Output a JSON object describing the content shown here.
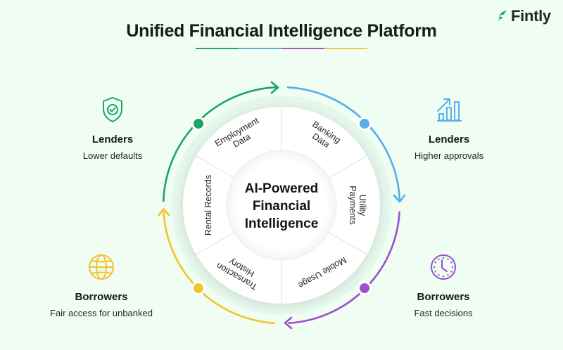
{
  "brand": {
    "name": "Fintly",
    "icon": "fintly-leaf-logo",
    "color": "#1fb463"
  },
  "title": "Unified Financial Intelligence Platform",
  "title_underline_colors": [
    "#23a86b",
    "#5fb4ea",
    "#a85ac7",
    "#f5c93a"
  ],
  "center": {
    "line1": "AI-Powered",
    "line2": "Financial",
    "line3": "Intelligence"
  },
  "segments": [
    {
      "line1": "Banking",
      "line2": "Data"
    },
    {
      "line1": "Utility",
      "line2": "Payments"
    },
    {
      "line1": "Mobile Usage",
      "line2": ""
    },
    {
      "line1": "Transaction",
      "line2": "History"
    },
    {
      "line1": "Rental Records",
      "line2": ""
    },
    {
      "line1": "Employment",
      "line2": "Data"
    }
  ],
  "cycle_colors": {
    "green": "#1aa565",
    "blue": "#56aeea",
    "purple": "#9b4fd0",
    "yellow": "#f4c22b"
  },
  "cards": {
    "top_left": {
      "icon": "shield-check-icon",
      "heading": "Lenders",
      "sub": "Lower defaults",
      "color": "#1aa565"
    },
    "top_right": {
      "icon": "bar-chart-growth-icon",
      "heading": "Lenders",
      "sub": "Higher approvals",
      "color": "#56aeea"
    },
    "bottom_left": {
      "icon": "globe-icon",
      "heading": "Borrowers",
      "sub": "Fair access for unbanked",
      "color": "#f4c22b"
    },
    "bottom_right": {
      "icon": "clock-icon",
      "heading": "Borrowers",
      "sub": "Fast decisions",
      "color": "#9b4fd0"
    }
  }
}
